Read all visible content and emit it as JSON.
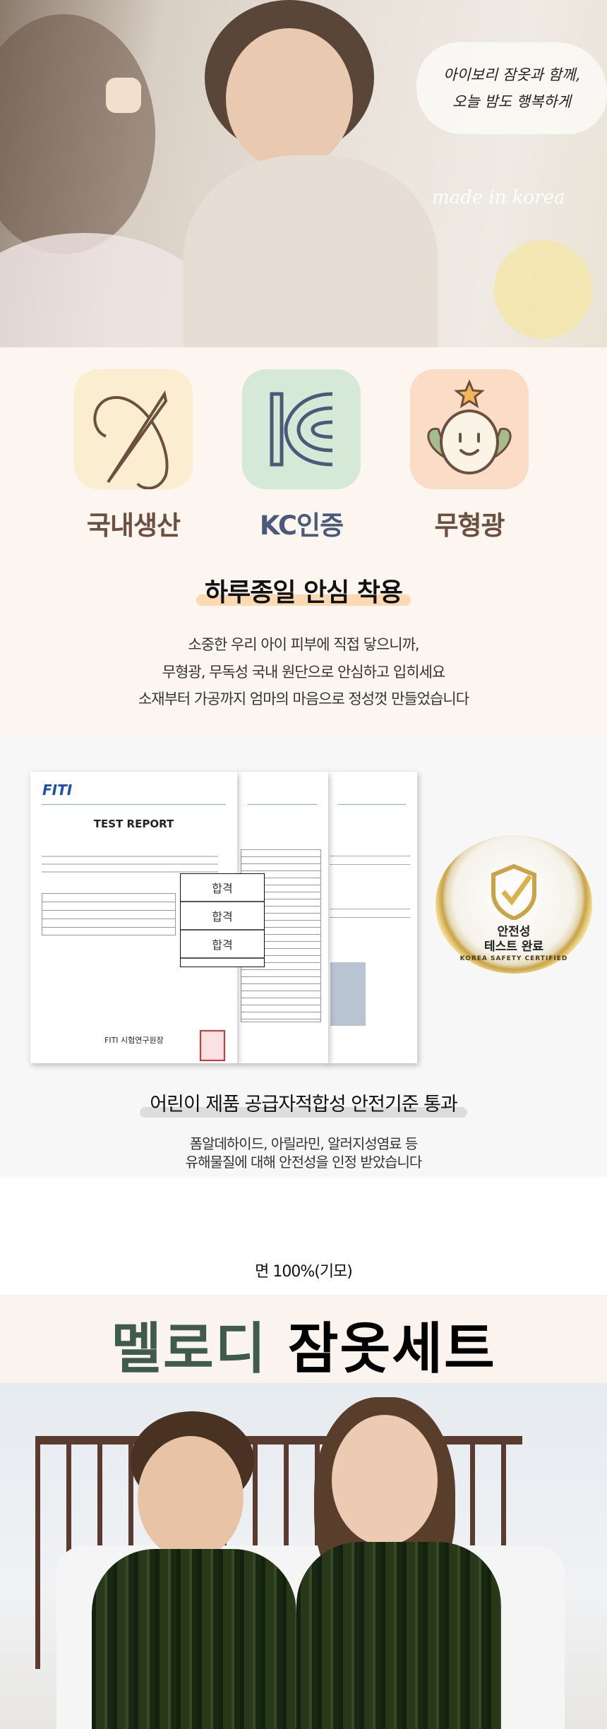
{
  "hero": {
    "bubble_line1": "아이보리 잠옷과 함께,",
    "bubble_line2": "오늘 밤도 행복하게",
    "made_in": "made in korea"
  },
  "features": [
    {
      "label": "국내생산",
      "icon": "needle-thread-icon",
      "bg": "#fbedcf",
      "color": "#6b5040"
    },
    {
      "label": "KC인증",
      "icon": "kc-mark-icon",
      "bg": "#d6e9d7",
      "color": "#4a5a78"
    },
    {
      "label": "무형광",
      "icon": "smiley-sprout-icon",
      "bg": "#fbdcc7",
      "color": "#6b5040"
    }
  ],
  "safety": {
    "heading": "하루종일 안심 착용",
    "lines": [
      "소중한 우리 아이 피부에 직접 닿으니까,",
      "무형광, 무독성 국내 원단으로 안심하고 입히세요",
      "소재부터 가공까지 엄마의 마음으로 정성껏 만들었습니다"
    ]
  },
  "report": {
    "logo": "FITI",
    "title": "TEST REPORT",
    "results": [
      "합격",
      "합격",
      "합격"
    ],
    "issuer": "FITI 시험연구원장",
    "badge_line1": "안전성",
    "badge_line2": "테스트 완료",
    "badge_ring": "KOREA SAFETY CERTIFIED",
    "caption": "어린이 제품 공급자적합성 안전기준 통과",
    "desc_lines": [
      "폼알데하이드, 아릴라민, 알러지성염료 등",
      "유해물질에 대해 안전성을 인정 받았습니다"
    ]
  },
  "product": {
    "material": "면 100%(기모)",
    "name_accent": "멜로디",
    "name_rest": "잠옷세트",
    "accent_color": "#3f5b4b"
  }
}
